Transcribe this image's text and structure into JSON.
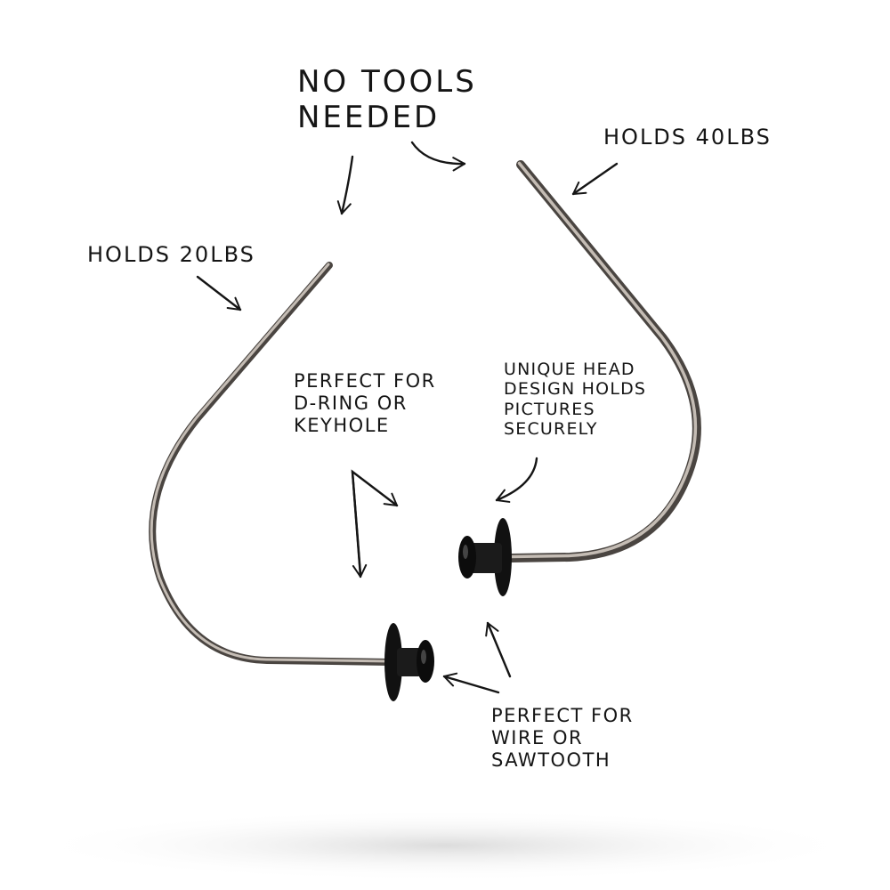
{
  "callouts": {
    "no_tools": "NO TOOLS\nNEEDED",
    "holds_40": "HOLDS 40lbs",
    "holds_20": "HOLDS 20lbs",
    "unique_head": "UNIQUE HEAD\nDESIGN HOLDS\nPICTURES\nSECURELY",
    "d_ring": "PERFECT FOR\nD-RING OR\nKEYHOLE",
    "wire": "PERFECT FOR\nWIRE OR\nSAWTOOTH"
  },
  "colors": {
    "background": "#ffffff",
    "ink": "#151515",
    "hanger_metal": "#5a5450",
    "hanger_highlight": "#b9b2ab",
    "head_black": "#111111"
  }
}
